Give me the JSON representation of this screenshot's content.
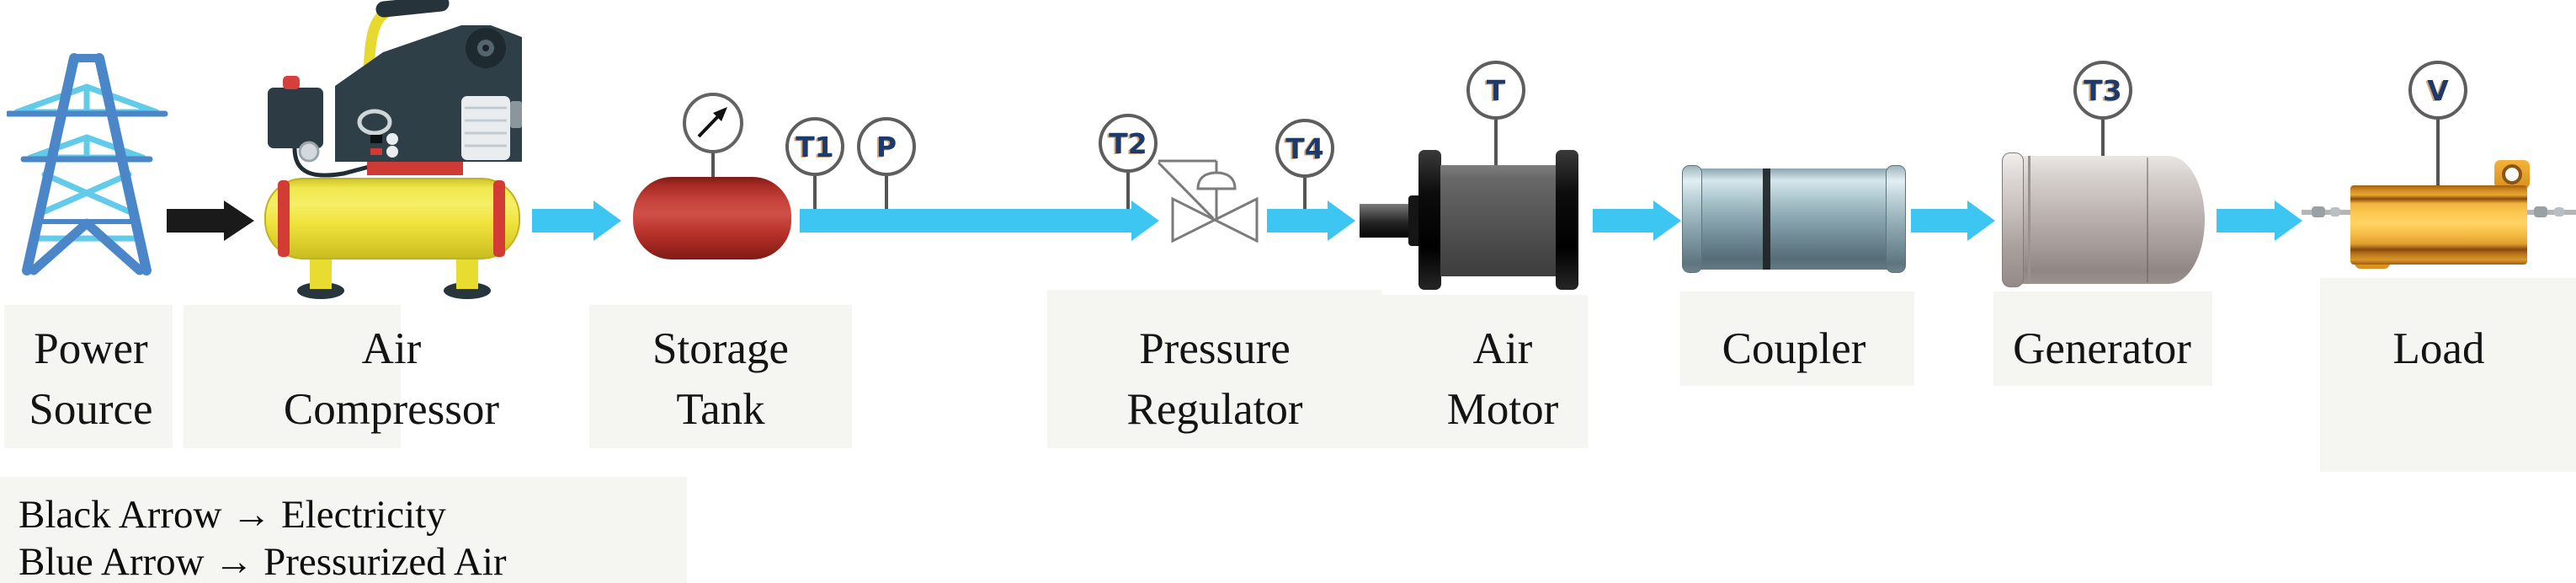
{
  "figure": {
    "type": "process-flow-diagram",
    "flow_direction": "left-to-right"
  },
  "components": {
    "power_source": {
      "label_line1": "Power",
      "label_line2": "Source"
    },
    "air_compressor": {
      "label_line1": "Air",
      "label_line2": "Compressor"
    },
    "storage_tank": {
      "label_line1": "Storage",
      "label_line2": "Tank"
    },
    "pressure_regulator": {
      "label_line1": "Pressure",
      "label_line2": "Regulator"
    },
    "air_motor": {
      "label_line1": "Air",
      "label_line2": "Motor"
    },
    "coupler": {
      "label": "Coupler"
    },
    "generator": {
      "label": "Generator"
    },
    "load": {
      "label": "Load"
    }
  },
  "sensors": {
    "t1": "T1",
    "p": "P",
    "t2": "T2",
    "t4": "T4",
    "t": "T",
    "t3": "T3",
    "v": "V"
  },
  "legend": {
    "black_arrow": "Black Arrow → Electricity",
    "blue_arrow": "Blue Arrow → Pressurized Air"
  },
  "arrows": [
    {
      "from": "power_source",
      "to": "air_compressor",
      "color": "black",
      "meaning": "Electricity"
    },
    {
      "from": "air_compressor",
      "to": "storage_tank",
      "color": "blue",
      "meaning": "Pressurized Air"
    },
    {
      "from": "storage_tank",
      "to": "pressure_regulator",
      "color": "blue",
      "meaning": "Pressurized Air"
    },
    {
      "from": "pressure_regulator",
      "to": "air_motor",
      "color": "blue",
      "meaning": "Pressurized Air"
    },
    {
      "from": "air_motor",
      "to": "coupler",
      "color": "blue",
      "meaning": "Pressurized Air"
    },
    {
      "from": "coupler",
      "to": "generator",
      "color": "blue",
      "meaning": "Pressurized Air"
    },
    {
      "from": "generator",
      "to": "load",
      "color": "blue",
      "meaning": "Pressurized Air"
    }
  ],
  "colors": {
    "flow_arrow_blue": "#3CC6F1",
    "electricity_arrow_black": "#1A1A1A",
    "sensor_label_navy": "#1C3A6B",
    "storage_tank_red": "#C03A31",
    "compressor_tank_yellow": "#F2E73B",
    "coupler_steel_blue": "#8FA9B2",
    "generator_gray": "#BBB3B1",
    "load_resistor_gold": "#F5B942",
    "tower_blue": "#4A86C8",
    "tower_cyan": "#62CBE9"
  }
}
